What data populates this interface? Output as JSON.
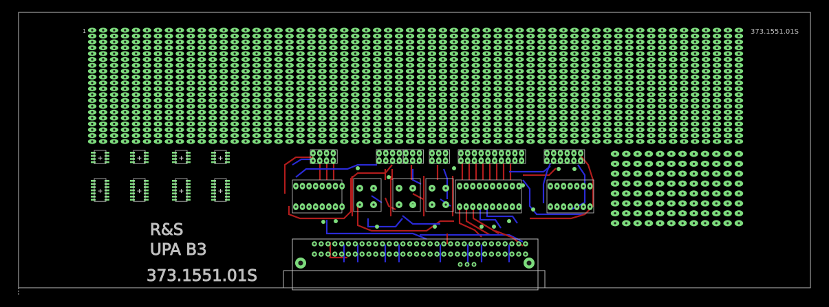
{
  "board": {
    "part_number_small": "373.1551.01S",
    "label_line1": "R&S",
    "label_line2": "UPA B3",
    "part_number_large": "373.1551.01S"
  },
  "colors": {
    "background": "#000000",
    "outline": "#bdbdbd",
    "pad": "#7ddc7d",
    "pad_hole": "#1a1a1a",
    "top_copper": "#b01c1c",
    "bottom_copper": "#2a2ad6",
    "silkscreen": "#c8c8c8"
  }
}
